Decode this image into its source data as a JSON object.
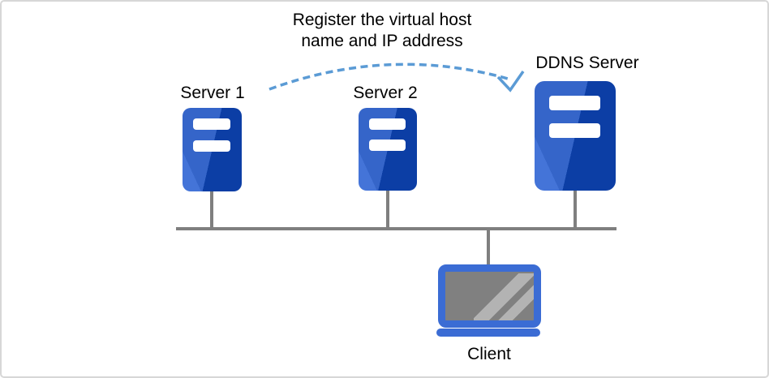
{
  "diagram": {
    "annotation": {
      "line1": "Register the virtual host",
      "line2": "name and IP address"
    },
    "nodes": [
      {
        "id": "server1",
        "label": "Server 1",
        "type": "server"
      },
      {
        "id": "server2",
        "label": "Server 2",
        "type": "server"
      },
      {
        "id": "ddns",
        "label": "DDNS Server",
        "type": "server"
      },
      {
        "id": "client",
        "label": "Client",
        "type": "laptop"
      }
    ],
    "arrow": {
      "from": "server1",
      "to": "ddns",
      "style": "dashed-curve"
    },
    "colors": {
      "server_light": "#3565C9",
      "server_dark": "#0C3EA5",
      "server_sheen": "#4474D8",
      "laptop_blue": "#3B6CD4",
      "screen_gray": "#808080",
      "screen_glare": "#B3B3B3",
      "line_gray": "#7F7F7F",
      "arrow_blue": "#5B9BD5"
    }
  }
}
